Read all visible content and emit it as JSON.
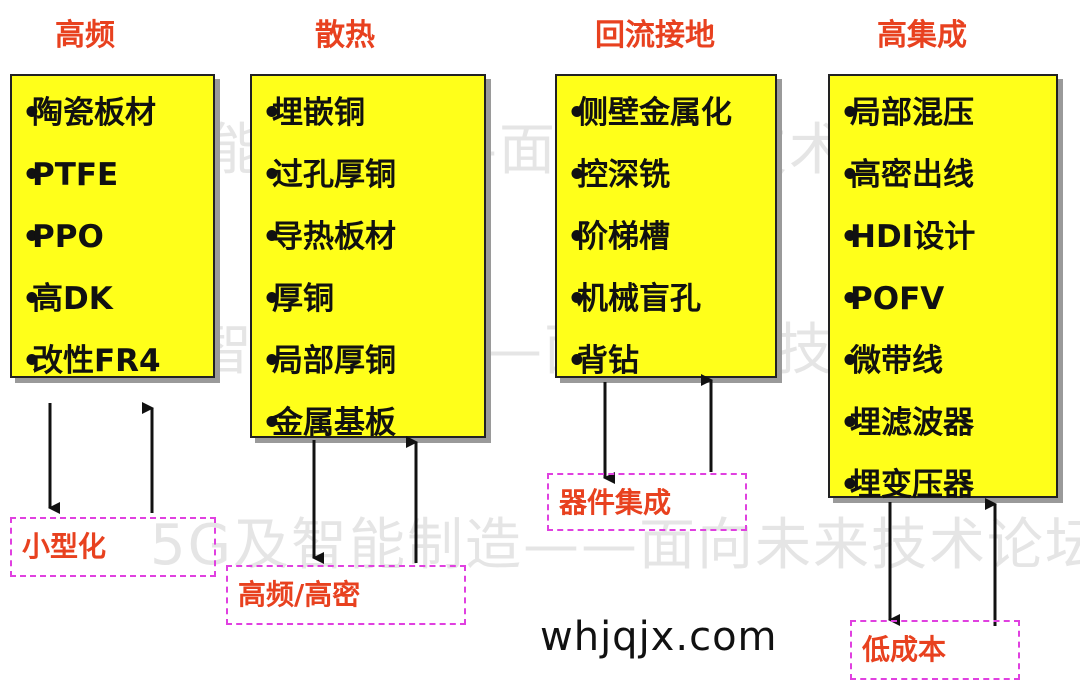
{
  "watermark": {
    "text": "5G及智能制造——面向未来技术论坛"
  },
  "columns": [
    {
      "title": "高频",
      "items": [
        "陶瓷板材",
        "PTFE",
        "PPO",
        "高DK",
        "改性FR4"
      ],
      "outcome": "小型化"
    },
    {
      "title": "散热",
      "items": [
        "埋嵌铜",
        "过孔厚铜",
        "导热板材",
        "厚铜",
        "局部厚铜",
        "金属基板"
      ],
      "outcome": "高频/高密"
    },
    {
      "title": "回流接地",
      "items": [
        "侧壁金属化",
        "控深铣",
        "阶梯槽",
        "机械盲孔",
        "背钻"
      ],
      "outcome": "器件集成"
    },
    {
      "title": "高集成",
      "items": [
        "局部混压",
        "高密出线",
        "HDI设计",
        "POFV",
        "微带线",
        "埋滤波器",
        "埋变压器"
      ],
      "outcome": "低成本"
    }
  ],
  "bullet": "•",
  "site": "whjqjx.com",
  "colors": {
    "box_fill": "#ffff1a",
    "title_red": "#e8411f",
    "dashed_pink": "#e040e0"
  }
}
